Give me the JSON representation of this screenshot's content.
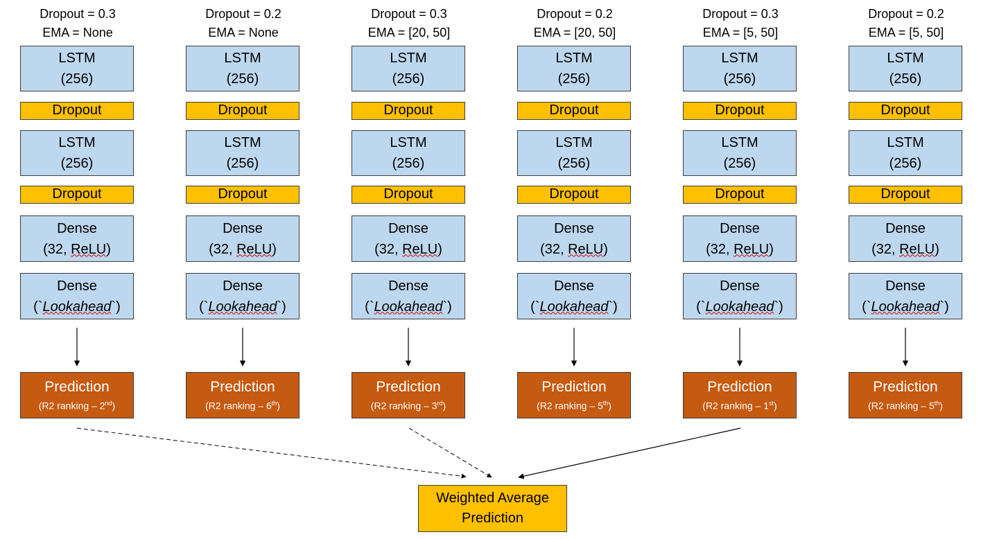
{
  "models": [
    {
      "dropout": "Dropout = 0.3",
      "ema": "EMA = None",
      "rank_num": "2",
      "rank_sup": "nd"
    },
    {
      "dropout": "Dropout = 0.2",
      "ema": "EMA = None",
      "rank_num": "6",
      "rank_sup": "th"
    },
    {
      "dropout": "Dropout = 0.3",
      "ema": "EMA = [20, 50]",
      "rank_num": "3",
      "rank_sup": "rd"
    },
    {
      "dropout": "Dropout = 0.2",
      "ema": "EMA = [20, 50]",
      "rank_num": "5",
      "rank_sup": "th"
    },
    {
      "dropout": "Dropout = 0.3",
      "ema": "EMA = [5, 50]",
      "rank_num": "1",
      "rank_sup": "st"
    },
    {
      "dropout": "Dropout = 0.2",
      "ema": "EMA = [5, 50]",
      "rank_num": "5",
      "rank_sup": "th"
    }
  ],
  "layers": {
    "lstm": "LSTM",
    "lstm_units": "(256)",
    "dropout": "Dropout",
    "dense": "Dense",
    "dense_hidden_open": "(32, ",
    "dense_hidden_act": "ReLU",
    "dense_hidden_close": ")",
    "dense_out_open": "(`",
    "dense_out_name": "Lookahead",
    "dense_out_close": "`)"
  },
  "prediction": {
    "title": "Prediction",
    "rank_prefix": "(R2 ranking – ",
    "rank_suffix": ")"
  },
  "final": {
    "line1": "Weighted Average",
    "line2": "Prediction"
  },
  "colors": {
    "layer_blue": "#bdd7ee",
    "dropout_yellow": "#ffc000",
    "prediction_orange": "#c55a11"
  }
}
